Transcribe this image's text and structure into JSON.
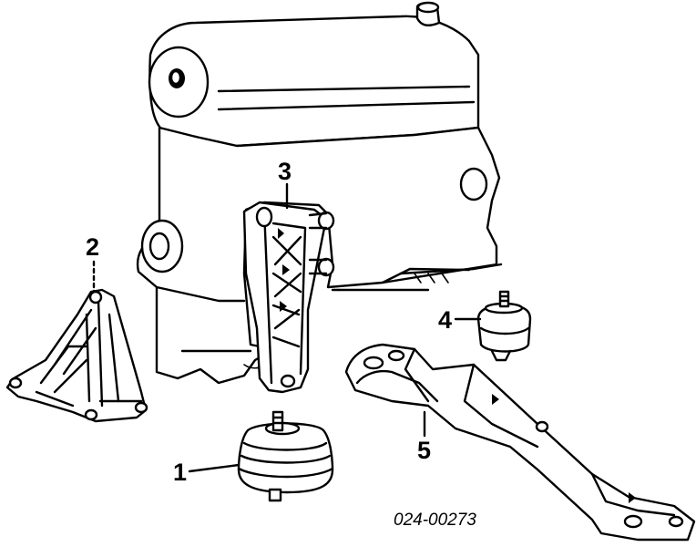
{
  "callouts": {
    "c1": "1",
    "c2": "2",
    "c3": "3",
    "c4": "4",
    "c5": "5"
  },
  "diagram_code": "024-00273"
}
